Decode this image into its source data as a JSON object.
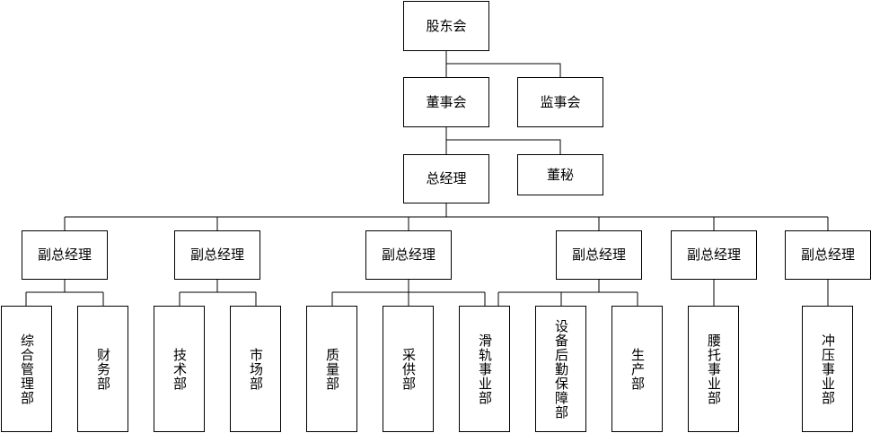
{
  "org_chart": {
    "shareholders": "股东会",
    "board": "董事会",
    "supervisors": "监事会",
    "secretary": "董秘",
    "general_manager": "总经理",
    "vice_gm": [
      "副总经理",
      "副总经理",
      "副总经理",
      "副总经理",
      "副总经理",
      "副总经理"
    ],
    "departments": [
      "综合管理部",
      "财务部",
      "技术部",
      "市场部",
      "质量部",
      "采供部",
      "滑轨事业部",
      "设备后勤保障部",
      "生产部",
      "腰托事业部",
      "冲压事业部"
    ]
  }
}
